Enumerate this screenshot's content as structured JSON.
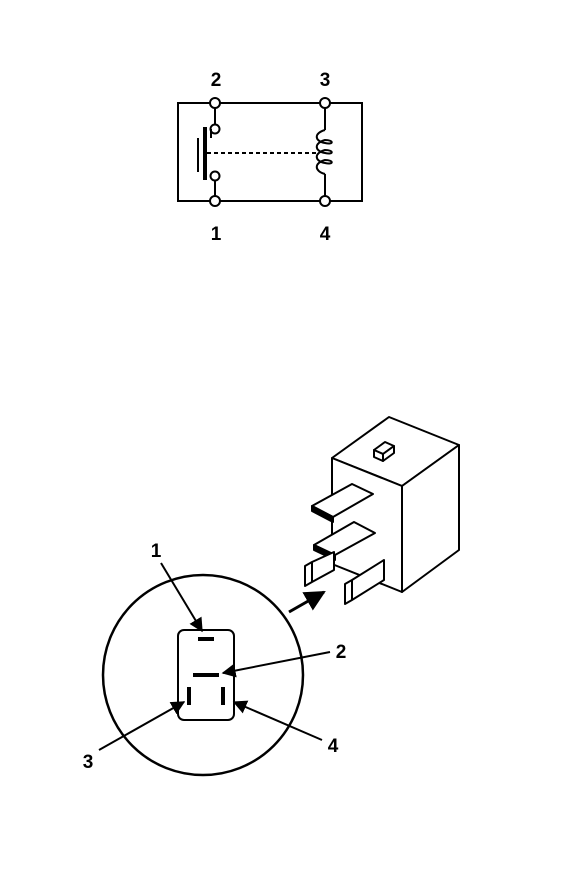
{
  "schematic": {
    "pins": {
      "p1": "1",
      "p2": "2",
      "p3": "3",
      "p4": "4"
    }
  },
  "connector": {
    "callouts": {
      "c1": "1",
      "c2": "2",
      "c3": "3",
      "c4": "4"
    }
  },
  "colors": {
    "ink": "#000000",
    "background": "#ffffff"
  }
}
